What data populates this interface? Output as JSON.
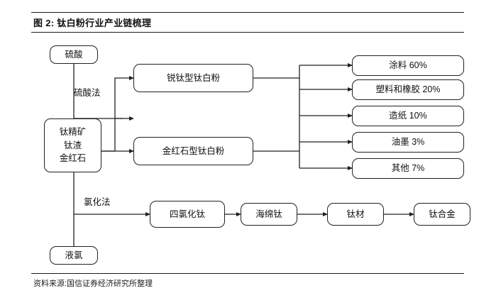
{
  "figure": {
    "title": "图 2:  钛白粉行业产业链梳理",
    "source": "资料来源:国信证券经济研究所整理"
  },
  "nodes": {
    "sulfuric_acid": "硫酸",
    "liquid_chlorine": "液氯",
    "ore_line1": "钛精矿",
    "ore_line2": "钛渣",
    "ore_line3": "金红石",
    "anatase": "锐钛型钛白粉",
    "rutile": "金红石型钛白粉",
    "ticl4": "四氯化钛",
    "sponge_ti": "海绵钛",
    "ti_material": "钛材",
    "ti_alloy": "钛合金",
    "app_coating": "涂料 60%",
    "app_plastic_rubber": "塑料和橡胶 20%",
    "app_paper": "造纸 10%",
    "app_ink": "油墨 3%",
    "app_other": "其他 7%"
  },
  "edge_labels": {
    "sulfate_process": "硫酸法",
    "chloride_process": "氯化法"
  },
  "colors": {
    "line": "#231f20",
    "text": "#111111",
    "background": "#ffffff"
  }
}
